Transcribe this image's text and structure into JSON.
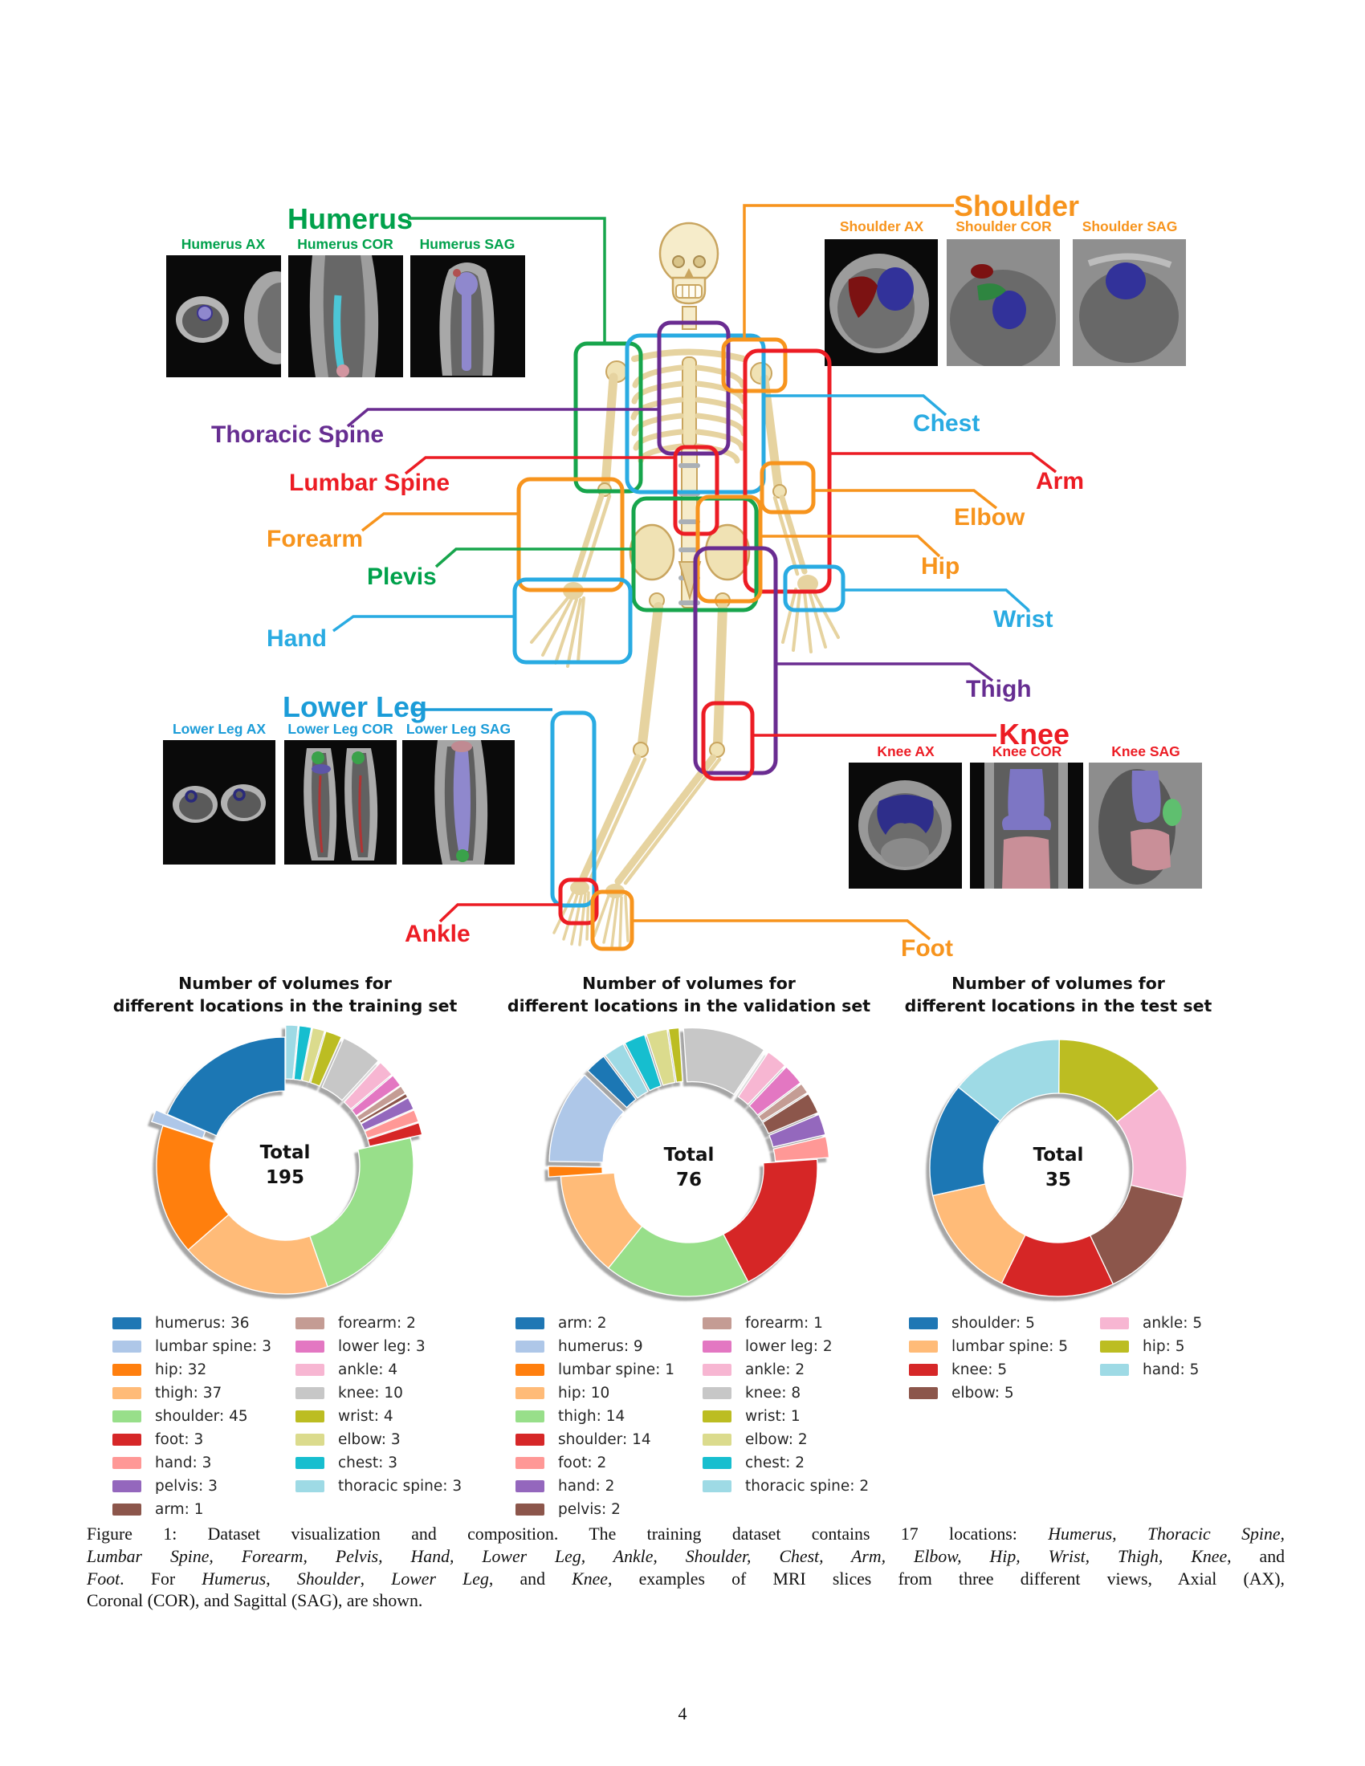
{
  "labels": {
    "humerus": "Humerus",
    "thoracic_spine": "Thoracic Spine",
    "lumbar_spine": "Lumbar Spine",
    "forearm": "Forearm",
    "pelvis": "Plevis",
    "hand": "Hand",
    "lower_leg": "Lower Leg",
    "ankle": "Ankle",
    "shoulder": "Shoulder",
    "chest": "Chest",
    "arm": "Arm",
    "elbow": "Elbow",
    "hip": "Hip",
    "wrist": "Wrist",
    "thigh": "Thigh",
    "knee": "Knee",
    "foot": "Foot"
  },
  "mri_view_labels": {
    "humerus": [
      "Humerus AX",
      "Humerus COR",
      "Humerus SAG"
    ],
    "shoulder": [
      "Shoulder AX",
      "Shoulder COR",
      "Shoulder SAG"
    ],
    "lower_leg": [
      "Lower Leg AX",
      "Lower Leg COR",
      "Lower Leg SAG"
    ],
    "knee": [
      "Knee AX",
      "Knee COR",
      "Knee SAG"
    ]
  },
  "chart_data": [
    {
      "type": "pie",
      "subtype": "donut",
      "title_lines": [
        "Number of volumes for",
        "different locations in the training set"
      ],
      "center_label": "Total",
      "total": 195,
      "start_angle": 90,
      "direction": "counterclockwise",
      "legend_position": "below, two columns",
      "slices": [
        {
          "label": "humerus",
          "value": 36,
          "color": "#1f77b4",
          "explode": false
        },
        {
          "label": "lumbar spine",
          "value": 3,
          "color": "#aec7e8",
          "explode": true
        },
        {
          "label": "hip",
          "value": 32,
          "color": "#ff7f0e",
          "explode": false
        },
        {
          "label": "thigh",
          "value": 37,
          "color": "#ffbb78",
          "explode": false
        },
        {
          "label": "shoulder",
          "value": 45,
          "color": "#98df8a",
          "explode": false
        },
        {
          "label": "foot",
          "value": 3,
          "color": "#d62728",
          "explode": true
        },
        {
          "label": "hand",
          "value": 3,
          "color": "#ff9896",
          "explode": true
        },
        {
          "label": "pelvis",
          "value": 3,
          "color": "#9467bd",
          "explode": true
        },
        {
          "label": "arm",
          "value": 1,
          "color": "#8c564b",
          "explode": true
        },
        {
          "label": "forearm",
          "value": 2,
          "color": "#c49c94",
          "explode": true
        },
        {
          "label": "lower leg",
          "value": 3,
          "color": "#e377c2",
          "explode": true
        },
        {
          "label": "ankle",
          "value": 4,
          "color": "#f7b6d2",
          "explode": true
        },
        {
          "label": "knee",
          "value": 10,
          "color": "#c7c7c7",
          "explode": true
        },
        {
          "label": "wrist",
          "value": 4,
          "color": "#bcbd22",
          "explode": true
        },
        {
          "label": "elbow",
          "value": 3,
          "color": "#dbdb8d",
          "explode": true
        },
        {
          "label": "chest",
          "value": 3,
          "color": "#17becf",
          "explode": true
        },
        {
          "label": "thoracic spine",
          "value": 3,
          "color": "#9edae5",
          "explode": true
        }
      ]
    },
    {
      "type": "pie",
      "subtype": "donut",
      "title_lines": [
        "Number of volumes for",
        "different locations in the validation set"
      ],
      "center_label": "Total",
      "total": 76,
      "start_angle": 127,
      "direction": "counterclockwise",
      "legend_position": "below, two columns",
      "slices": [
        {
          "label": "arm",
          "value": 2,
          "color": "#1f77b4",
          "explode": true
        },
        {
          "label": "humerus",
          "value": 9,
          "color": "#aec7e8",
          "explode": true
        },
        {
          "label": "lumbar spine",
          "value": 1,
          "color": "#ff7f0e",
          "explode": true
        },
        {
          "label": "hip",
          "value": 10,
          "color": "#ffbb78",
          "explode": false
        },
        {
          "label": "thigh",
          "value": 14,
          "color": "#98df8a",
          "explode": false
        },
        {
          "label": "shoulder",
          "value": 14,
          "color": "#d62728",
          "explode": false
        },
        {
          "label": "foot",
          "value": 2,
          "color": "#ff9896",
          "explode": true
        },
        {
          "label": "hand",
          "value": 2,
          "color": "#9467bd",
          "explode": true
        },
        {
          "label": "pelvis",
          "value": 2,
          "color": "#8c564b",
          "explode": true
        },
        {
          "label": "forearm",
          "value": 1,
          "color": "#c49c94",
          "explode": true
        },
        {
          "label": "lower leg",
          "value": 2,
          "color": "#e377c2",
          "explode": true
        },
        {
          "label": "ankle",
          "value": 2,
          "color": "#f7b6d2",
          "explode": true
        },
        {
          "label": "knee",
          "value": 8,
          "color": "#c7c7c7",
          "explode": true
        },
        {
          "label": "wrist",
          "value": 1,
          "color": "#bcbd22",
          "explode": true
        },
        {
          "label": "elbow",
          "value": 2,
          "color": "#dbdb8d",
          "explode": true
        },
        {
          "label": "chest",
          "value": 2,
          "color": "#17becf",
          "explode": true
        },
        {
          "label": "thoracic spine",
          "value": 2,
          "color": "#9edae5",
          "explode": true
        }
      ]
    },
    {
      "type": "pie",
      "subtype": "donut",
      "title_lines": [
        "Number of volumes for",
        "different locations in the test set"
      ],
      "center_label": "Total",
      "total": 35,
      "start_angle": 141,
      "direction": "counterclockwise",
      "legend_position": "below, two columns",
      "slices": [
        {
          "label": "shoulder",
          "value": 5,
          "color": "#1f77b4",
          "explode": false
        },
        {
          "label": "lumbar spine",
          "value": 5,
          "color": "#ffbb78",
          "explode": false
        },
        {
          "label": "knee",
          "value": 5,
          "color": "#d62728",
          "explode": false
        },
        {
          "label": "elbow",
          "value": 5,
          "color": "#8c564b",
          "explode": false
        },
        {
          "label": "ankle",
          "value": 5,
          "color": "#f7b6d2",
          "explode": false
        },
        {
          "label": "hip",
          "value": 5,
          "color": "#bcbd22",
          "explode": false
        },
        {
          "label": "hand",
          "value": 5,
          "color": "#9edae5",
          "explode": false
        }
      ]
    }
  ],
  "caption": {
    "lines": [
      [
        {
          "t": "Figure 1: Dataset visualization and composition.  The training dataset contains 17 locations: "
        },
        {
          "t": "Humerus, Thoracic Spine,",
          "i": true
        }
      ],
      [
        {
          "t": "Lumbar Spine, Forearm, Pelvis, Hand, Lower Leg, Ankle, Shoulder, Chest, Arm, Elbow, Hip, Wrist, Thigh, Knee",
          "i": true
        },
        {
          "t": ", and"
        }
      ],
      [
        {
          "t": "Foot",
          "i": true
        },
        {
          "t": ".  For "
        },
        {
          "t": "Humerus",
          "i": true
        },
        {
          "t": ", "
        },
        {
          "t": "Shoulder",
          "i": true
        },
        {
          "t": ", "
        },
        {
          "t": "Lower Leg",
          "i": true
        },
        {
          "t": ", and "
        },
        {
          "t": "Knee",
          "i": true
        },
        {
          "t": ", examples of MRI slices from three different views, Axial (AX),"
        }
      ],
      [
        {
          "t": "Coronal (COR), and Sagittal (SAG), are shown."
        }
      ]
    ]
  },
  "page_number": "4"
}
